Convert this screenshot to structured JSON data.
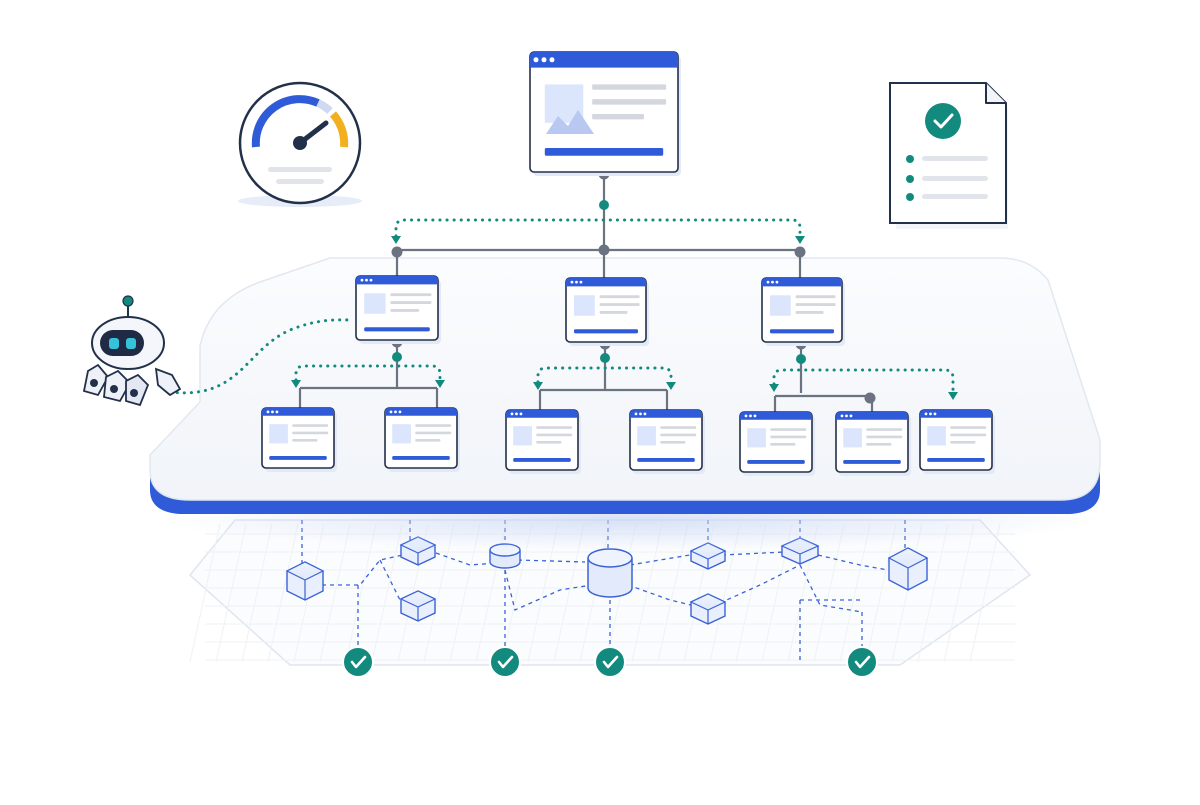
{
  "scene": {
    "kind": "illustration",
    "text_labels": []
  },
  "palette": {
    "brand_blue": "#2f5bd8",
    "light_blue": "#dbe5fb",
    "teal": "#138a7e",
    "gauge_amber": "#f2b01e",
    "connector_gray": "#6b7280",
    "line_gray": "#d4d8de",
    "outline": "#23304a"
  },
  "icons": {
    "gauge": "speedometer-icon",
    "report": "checklist-document-icon",
    "robot": "robot-crawler-icon",
    "root_page": "webpage-icon",
    "node_check": "check-circle-icon",
    "data_block": "cube-icon",
    "database": "database-icon"
  },
  "sitemap": {
    "levels": 3,
    "root_pages": 1,
    "second_level_pages": 3,
    "third_level_pages": 7,
    "children_per_branch": [
      2,
      2,
      3
    ]
  },
  "data_grid": {
    "cubes": 7,
    "databases": 2,
    "verified_nodes": 4
  }
}
